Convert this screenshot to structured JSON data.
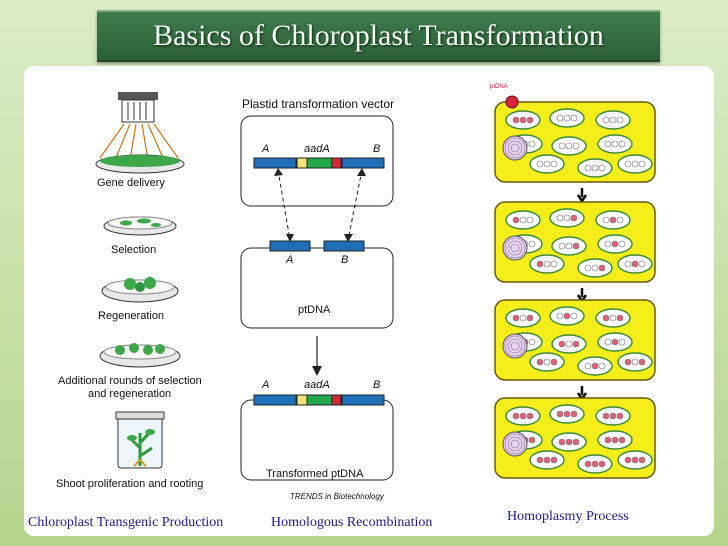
{
  "title": "Basics of Chloroplast Transformation",
  "left_steps": [
    "Gene delivery",
    "Selection",
    "Regeneration",
    "Additional rounds of selection",
    "and  regeneration",
    "Shoot proliferation and rooting"
  ],
  "vector": {
    "header": "Plastid transformation vector",
    "label_a": "A",
    "label_gene": "aadA",
    "label_b": "B"
  },
  "ptdna": {
    "label_a": "A",
    "label_b": "B",
    "name": "ptDNA"
  },
  "transformed": {
    "label_a": "A",
    "label_gene": "aadA",
    "label_b": "B",
    "name": "Transformed ptDNA"
  },
  "source_credit": "TRENDS in Biotechnology",
  "cell_tag": "ptDNA",
  "captions": {
    "left": "Chloroplast Transgenic Production",
    "middle": "Homologous Recombination",
    "right": "Homoplasmy Process"
  },
  "colors": {
    "title_bg": "#2c5f37",
    "bg": "#c7e0a6",
    "cell_yellow": "#f5ee1a",
    "flank_blue": "#1f6fb8",
    "gene_green": "#22a84a",
    "promoter_yellow": "#f2e27a",
    "terminator_red": "#d6283a",
    "caption": "#1f1a8a"
  }
}
